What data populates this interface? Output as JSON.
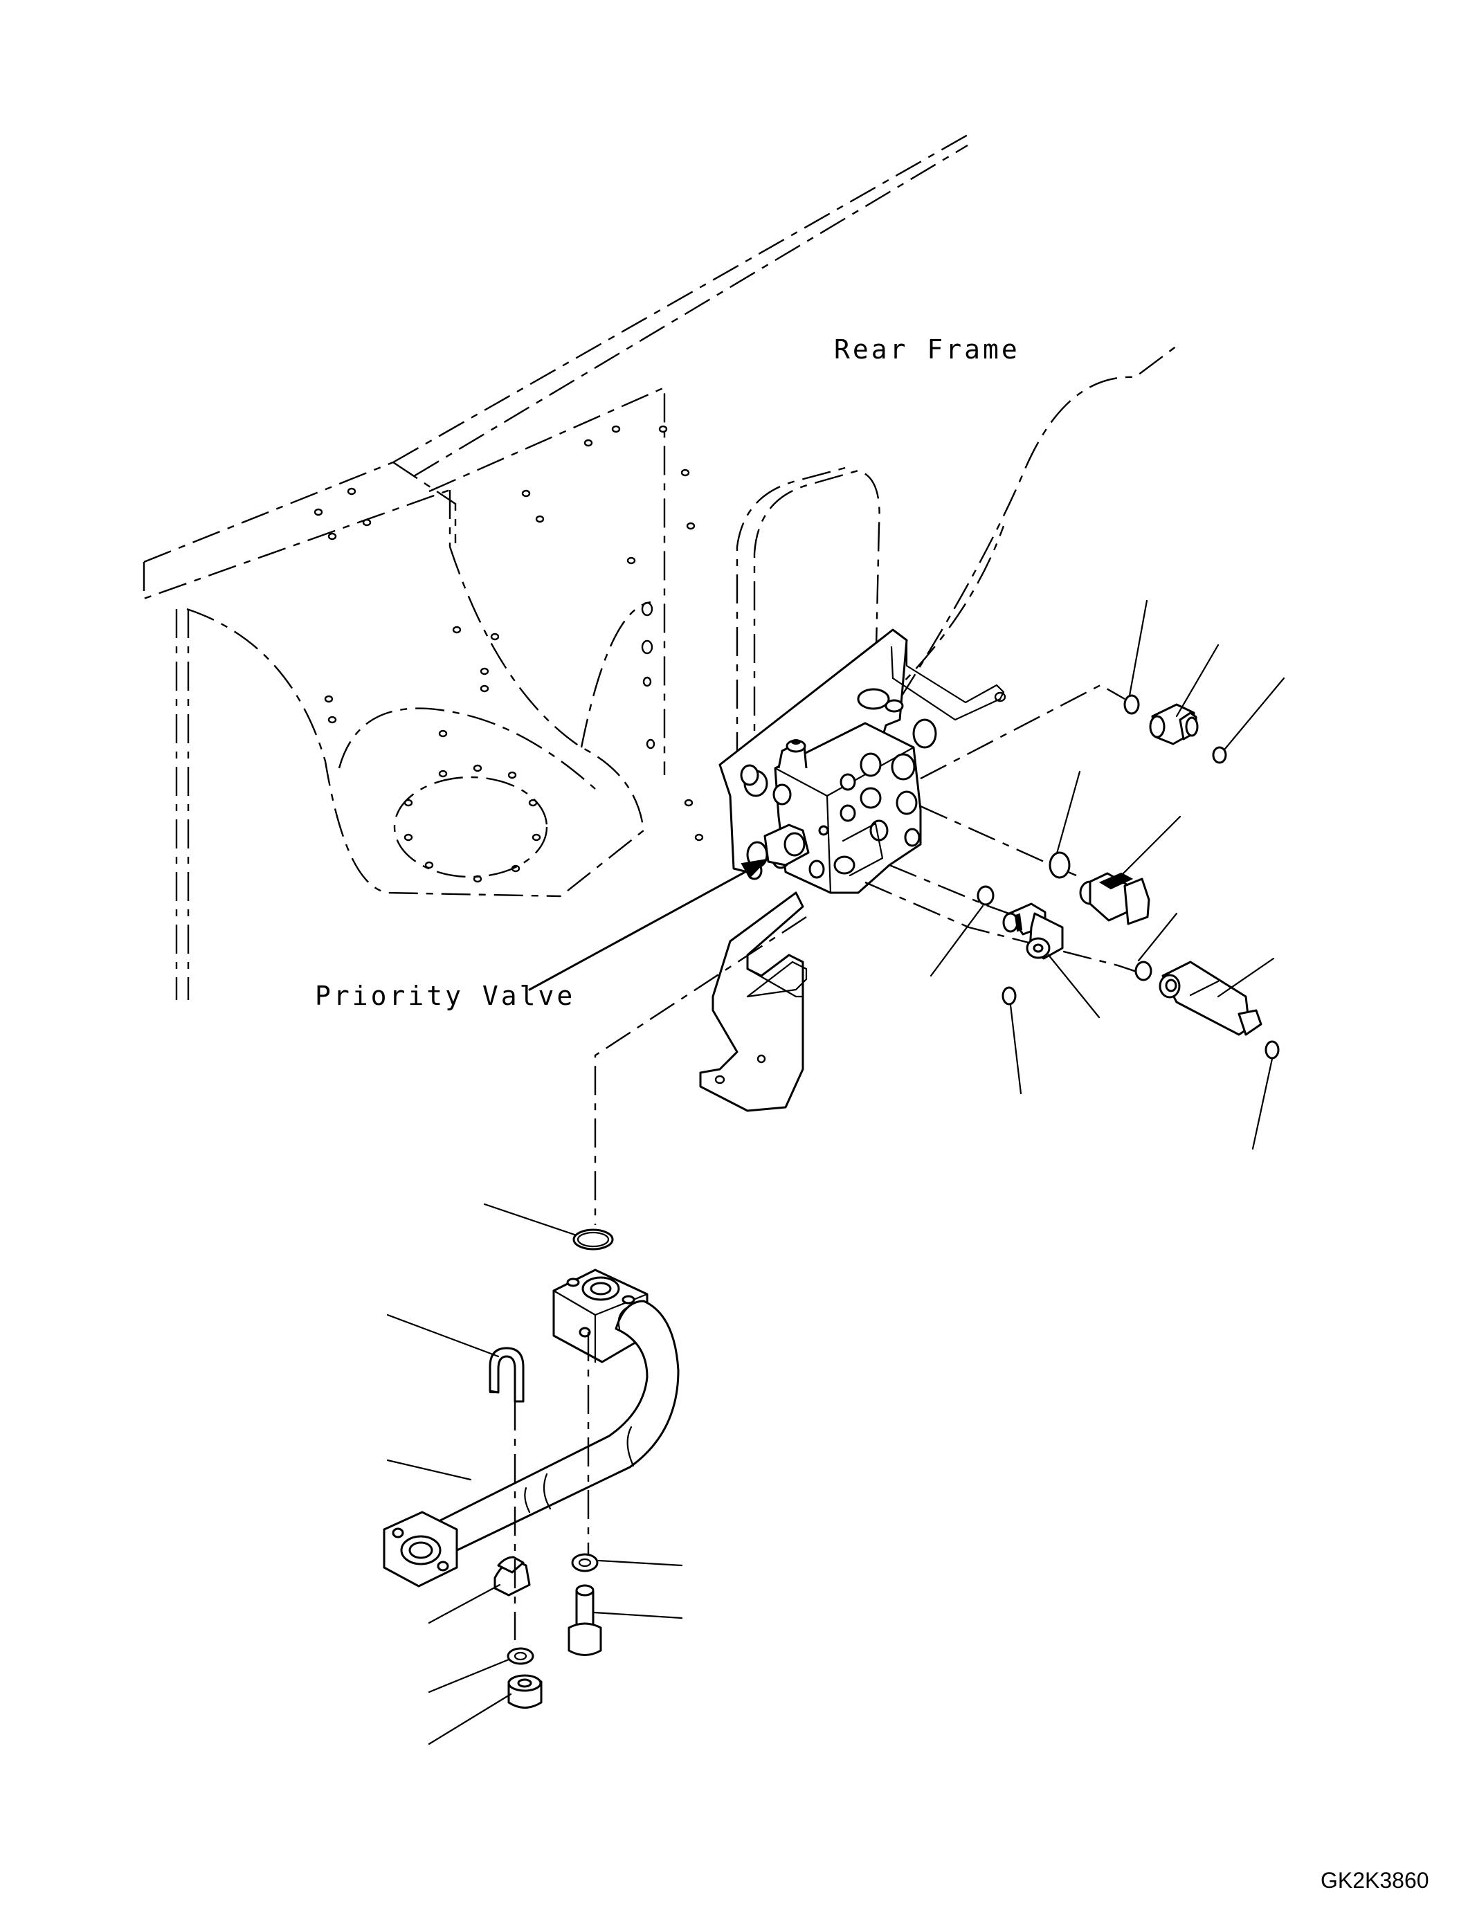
{
  "labels": {
    "rear_frame": "Rear Frame",
    "priority_valve": "Priority Valve",
    "drawing_code": "GK2K3860"
  }
}
